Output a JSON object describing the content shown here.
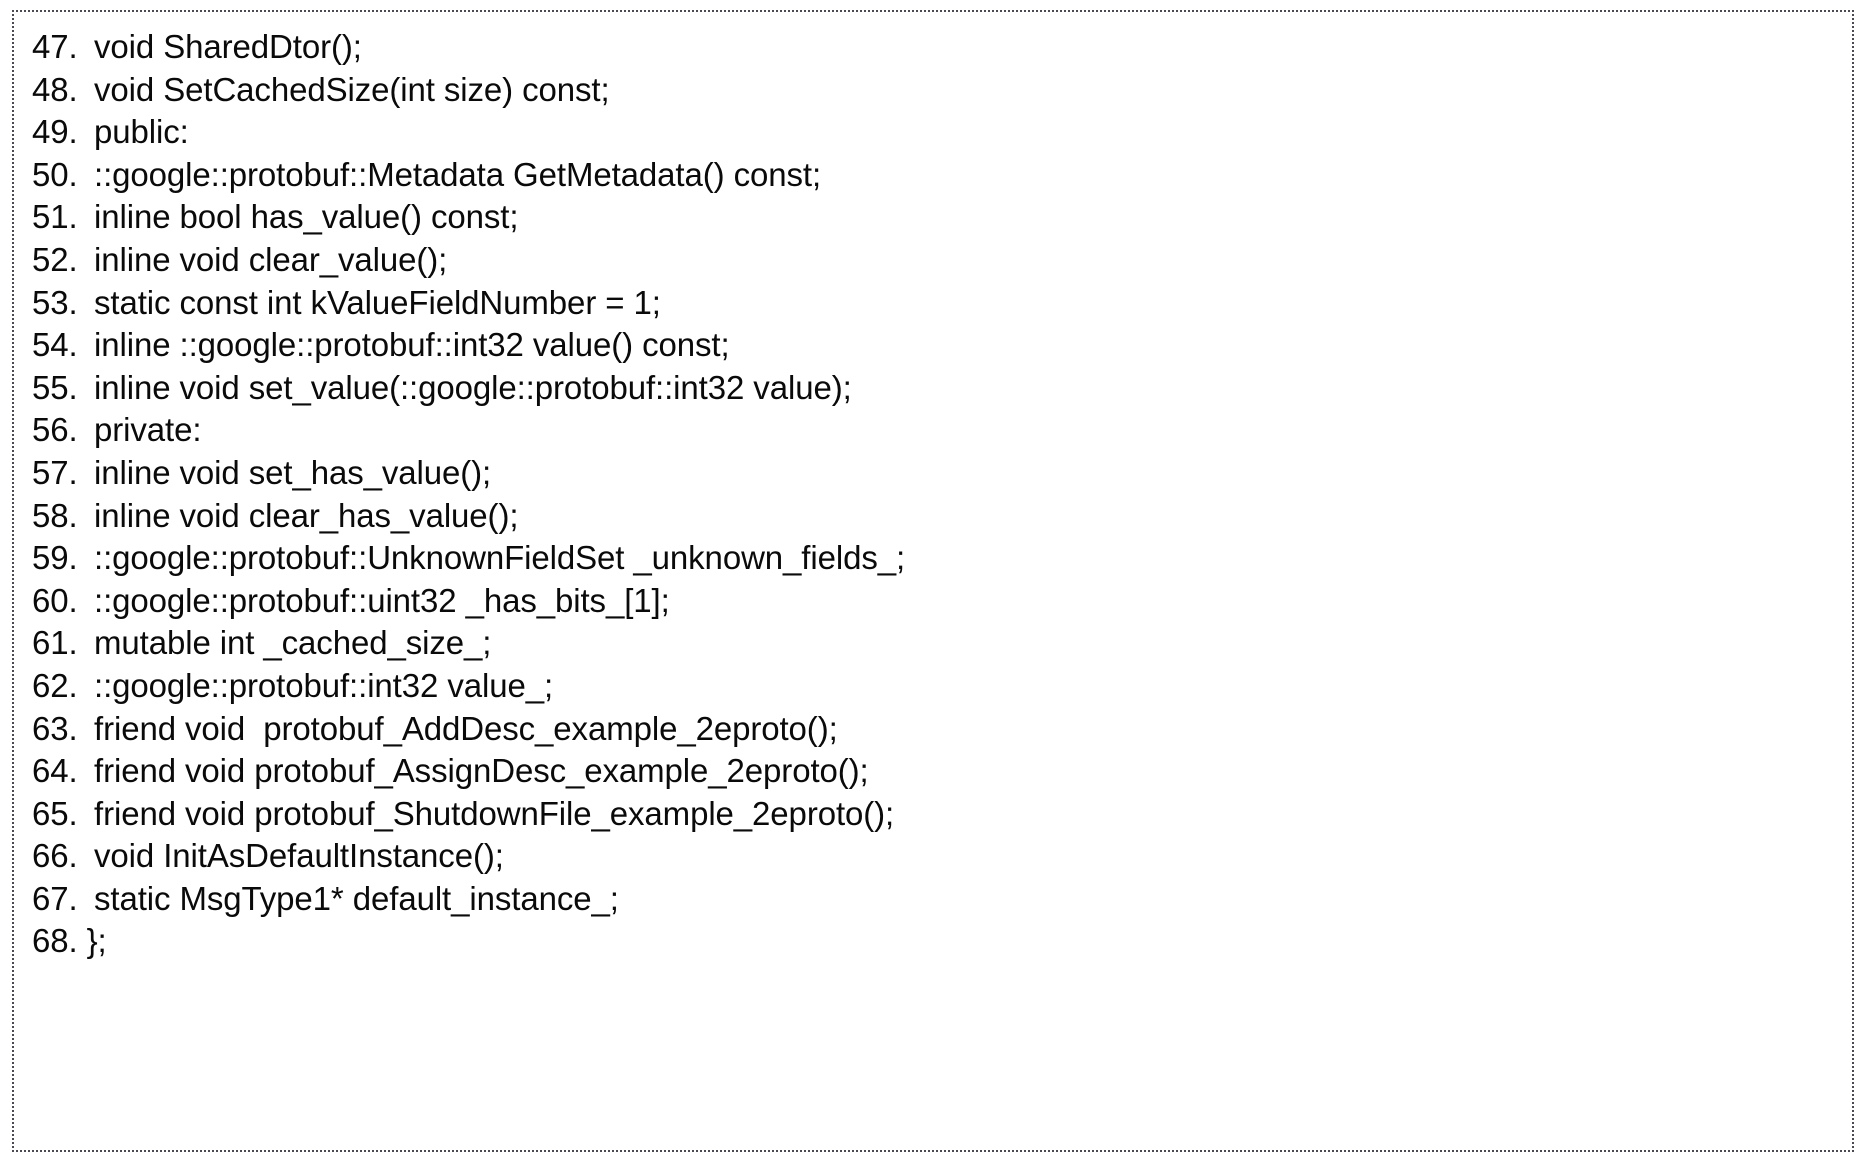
{
  "figure": {
    "name": "code-listing-figure",
    "border_color": "#4a4a52",
    "background_color": "#ffffff",
    "text_color": "#0a0a0a",
    "language": "cpp",
    "first_line_number": 47,
    "last_line_number": 68
  },
  "lines": [
    {
      "n": "47.",
      "code": "void SharedDtor();"
    },
    {
      "n": "48.",
      "code": "void SetCachedSize(int size) const;"
    },
    {
      "n": "49.",
      "code": "public:"
    },
    {
      "n": "50.",
      "code": "::google::protobuf::Metadata GetMetadata() const;"
    },
    {
      "n": "51.",
      "code": "inline bool has_value() const;"
    },
    {
      "n": "52.",
      "code": "inline void clear_value();"
    },
    {
      "n": "53.",
      "code": "static const int kValueFieldNumber = 1;"
    },
    {
      "n": "54.",
      "code": "inline ::google::protobuf::int32 value() const;"
    },
    {
      "n": "55.",
      "code": "inline void set_value(::google::protobuf::int32 value);"
    },
    {
      "n": "56.",
      "code": "private:"
    },
    {
      "n": "57.",
      "code": "inline void set_has_value();"
    },
    {
      "n": "58.",
      "code": "inline void clear_has_value();"
    },
    {
      "n": "59.",
      "code": "::google::protobuf::UnknownFieldSet _unknown_fields_;"
    },
    {
      "n": "60.",
      "code": "::google::protobuf::uint32 _has_bits_[1];"
    },
    {
      "n": "61.",
      "code": "mutable int _cached_size_;"
    },
    {
      "n": "62.",
      "code": "::google::protobuf::int32 value_;"
    },
    {
      "n": "63.",
      "code": "friend void  protobuf_AddDesc_example_2eproto();"
    },
    {
      "n": "64.",
      "code": "friend void protobuf_AssignDesc_example_2eproto();"
    },
    {
      "n": "65.",
      "code": "friend void protobuf_ShutdownFile_example_2eproto();"
    },
    {
      "n": "66.",
      "code": "void InitAsDefaultInstance();"
    },
    {
      "n": "67.",
      "code": "static MsgType1* default_instance_;"
    },
    {
      "n": "68.",
      "code": "};",
      "tight": true
    }
  ]
}
